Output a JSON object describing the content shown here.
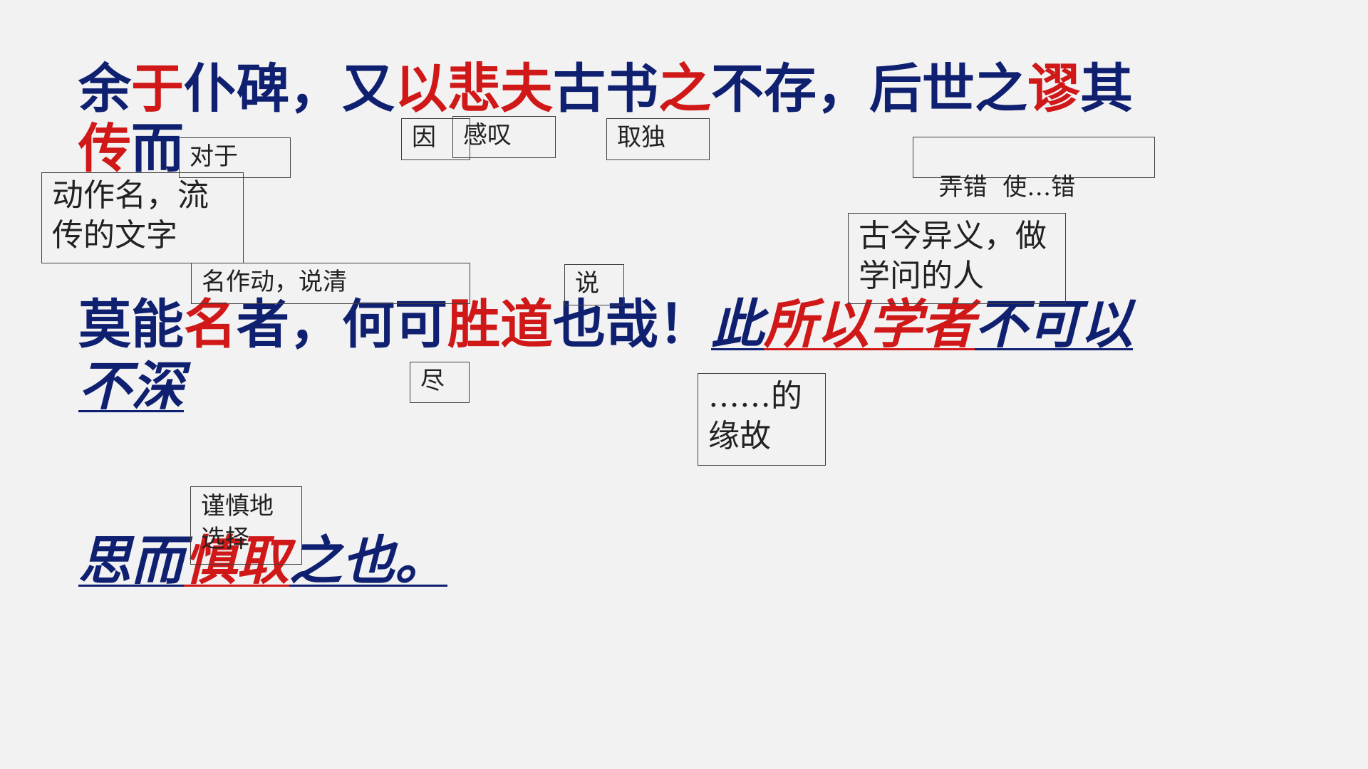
{
  "passage": {
    "line1": [
      {
        "text": "余",
        "color": "#102070"
      },
      {
        "text": "于",
        "color": "#d01818"
      },
      {
        "text": "仆碑，又",
        "color": "#102070"
      },
      {
        "text": "以悲夫",
        "color": "#d01818"
      },
      {
        "text": "古书",
        "color": "#102070"
      },
      {
        "text": "之",
        "color": "#d01818"
      },
      {
        "text": "不存，后世之",
        "color": "#102070"
      },
      {
        "text": "谬",
        "color": "#d01818"
      },
      {
        "text": "其",
        "color": "#102070"
      }
    ],
    "line2": [
      {
        "text": "传",
        "color": "#d01818"
      },
      {
        "text": "而",
        "color": "#102070"
      }
    ],
    "line3": [
      {
        "text": "莫能",
        "color": "#102070"
      },
      {
        "text": "名",
        "color": "#d01818"
      },
      {
        "text": "者，何可",
        "color": "#102070"
      },
      {
        "text": "胜道",
        "color": "#d01818"
      },
      {
        "text": "也哉！",
        "color": "#102070"
      },
      {
        "text": "此",
        "color": "#102070"
      },
      {
        "text": "所以学者",
        "color": "#d01818"
      },
      {
        "text": "不可以",
        "color": "#102070"
      }
    ],
    "line4": [
      {
        "text": "不深",
        "color": "#102070"
      }
    ],
    "line5": [
      {
        "text": "思而",
        "color": "#102070"
      },
      {
        "text": "慎取",
        "color": "#d01818"
      },
      {
        "text": "之也。",
        "color": "#102070"
      }
    ]
  },
  "annotations": {
    "yu": "对于",
    "zhuan": "动作名，流传的文字",
    "yin": "因",
    "ganTan": "感叹",
    "quDu": "取独",
    "miu": "弄错  使…错",
    "xueZhe": "古今异义，做学问的人",
    "ming": "名作动，说清",
    "shuo": "说",
    "jin": "尽",
    "suoYi": "……的缘故",
    "shen": "谨慎地选择"
  },
  "colors": {
    "text_blue": "#102070",
    "text_red": "#d01818",
    "background": "#f2f2f2"
  }
}
